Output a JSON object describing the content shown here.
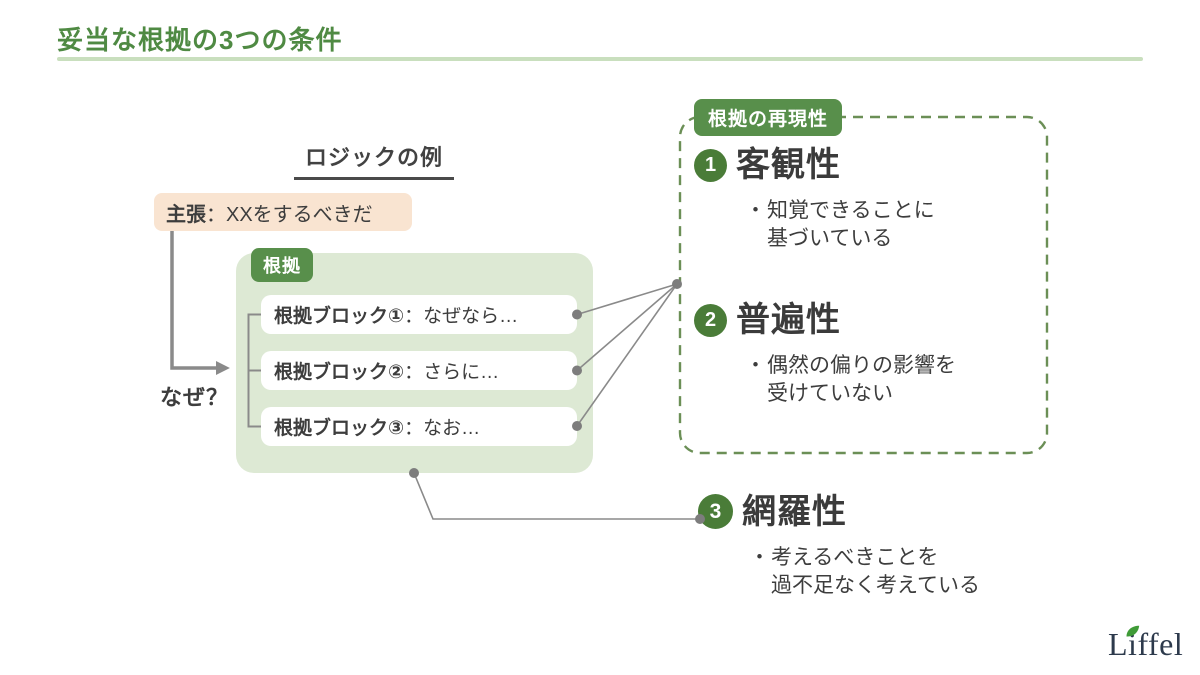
{
  "header": {
    "title": "妥当な根拠の3つの条件"
  },
  "logic": {
    "heading": "ロジックの例",
    "claim_label": "主張",
    "claim_separator": "：",
    "claim_text": "XXをするべきだ",
    "why_label": "なぜ？",
    "grounds_label": "根拠",
    "blocks": [
      {
        "label": "根拠ブロック①",
        "separator": "：",
        "text": "なぜなら…"
      },
      {
        "label": "根拠ブロック②",
        "separator": "：",
        "text": "さらに…"
      },
      {
        "label": "根拠ブロック③",
        "separator": "：",
        "text": "なお…"
      }
    ]
  },
  "panel": {
    "label": "根拠の再現性",
    "items": [
      {
        "number": "1",
        "title": "客観性",
        "bullet": "・",
        "lines": [
          "知覚できることに",
          "基づいている"
        ]
      },
      {
        "number": "2",
        "title": "普遍性",
        "bullet": "・",
        "lines": [
          "偶然の偏りの影響を",
          "受けていない"
        ]
      }
    ]
  },
  "outside_item": {
    "number": "3",
    "title": "網羅性",
    "bullet": "・",
    "lines": [
      "考えるべきことを",
      "過不足なく考えている"
    ]
  },
  "logo": {
    "text": "Liffel"
  },
  "colors": {
    "accent_green": "#4f8a43",
    "label_green": "#588f4b",
    "circle_green": "#4a7c38",
    "panel_border_green": "#6b8f56",
    "grounds_bg_green": "#dde9d4",
    "claim_bg_peach": "#f9e4d1",
    "connector_gray": "#8a8a8a",
    "text_dark": "#3d3d3d",
    "logo_navy": "#2d3a4c",
    "logo_leaf_green": "#3f9b37",
    "title_rule_green": "#c9dfbe"
  }
}
